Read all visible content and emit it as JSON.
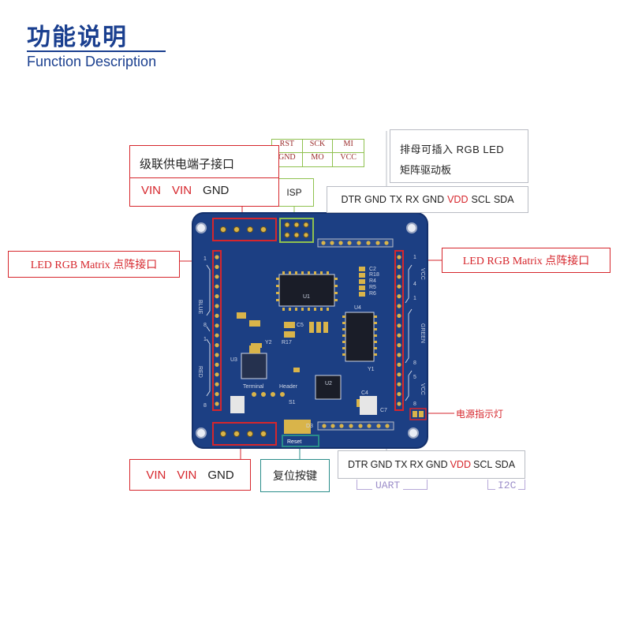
{
  "header": {
    "title_cn": "功能说明",
    "title_en": "Function Description"
  },
  "isp": {
    "pins": [
      "RST",
      "SCK",
      "MI",
      "GND",
      "MO",
      "VCC"
    ],
    "label": "ISP"
  },
  "cascade": {
    "title": "级联供电端子接口",
    "pins": [
      "VIN",
      "VIN",
      "GND"
    ]
  },
  "bottom_power": {
    "pins": [
      "VIN",
      "VIN",
      "GND"
    ]
  },
  "driver": {
    "line1": "排母可插入 RGB LED",
    "line2": "矩阵驱动板"
  },
  "top_header": {
    "pins": [
      {
        "text": "DTR",
        "color": "#222222"
      },
      {
        "text": "GND",
        "color": "#222222"
      },
      {
        "text": "TX",
        "color": "#222222"
      },
      {
        "text": "RX",
        "color": "#222222"
      },
      {
        "text": "GND",
        "color": "#222222"
      },
      {
        "text": "VDD",
        "color": "#d6262c"
      },
      {
        "text": "SCL",
        "color": "#222222"
      },
      {
        "text": "SDA",
        "color": "#222222"
      }
    ]
  },
  "bottom_header": {
    "pins": [
      {
        "text": "DTR",
        "color": "#222222"
      },
      {
        "text": "GND",
        "color": "#222222"
      },
      {
        "text": "TX",
        "color": "#222222"
      },
      {
        "text": "RX",
        "color": "#222222"
      },
      {
        "text": "GND",
        "color": "#222222"
      },
      {
        "text": "VDD",
        "color": "#d6262c"
      },
      {
        "text": "SCL",
        "color": "#222222"
      },
      {
        "text": "SDA",
        "color": "#222222"
      }
    ],
    "uart": "UART",
    "i2c": "I2C"
  },
  "matrix_left": "LED RGB Matrix 点阵接口",
  "matrix_right": "LED RGB Matrix 点阵接口",
  "power_led": "电源指示灯",
  "reset": "复位按键",
  "board": {
    "u1": "U1",
    "u2": "U2",
    "u3": "U3",
    "u4": "U4",
    "y1": "Y1",
    "y2": "Y2",
    "c2": "C2",
    "r18": "R18",
    "r4": "R4",
    "r5": "R5",
    "r6": "R6",
    "c5": "C5",
    "r17": "R17",
    "c4": "C4",
    "c7": "C7",
    "d3": "D3",
    "s1": "S1",
    "terminal": "Terminal",
    "header": "Header",
    "reset_pad": "Reset",
    "blue": "BLUE",
    "red": "RED",
    "green": "GREEN",
    "vcc_top": "VCC",
    "vcc_bot": "VCC",
    "n1a": "1",
    "n8a": "8",
    "n1b": "1",
    "n8b": "8",
    "n1c": "1",
    "n4c": "4",
    "n1d": "1",
    "n8d": "8",
    "n5e": "5",
    "n8e": "8"
  },
  "colors": {
    "board": "#1c3f83",
    "board_edge": "#14306b",
    "pad": "#d9b44a",
    "silk": "#cfd6e6",
    "accent_red": "#d6262c",
    "title_blue": "#1a3f8f"
  }
}
